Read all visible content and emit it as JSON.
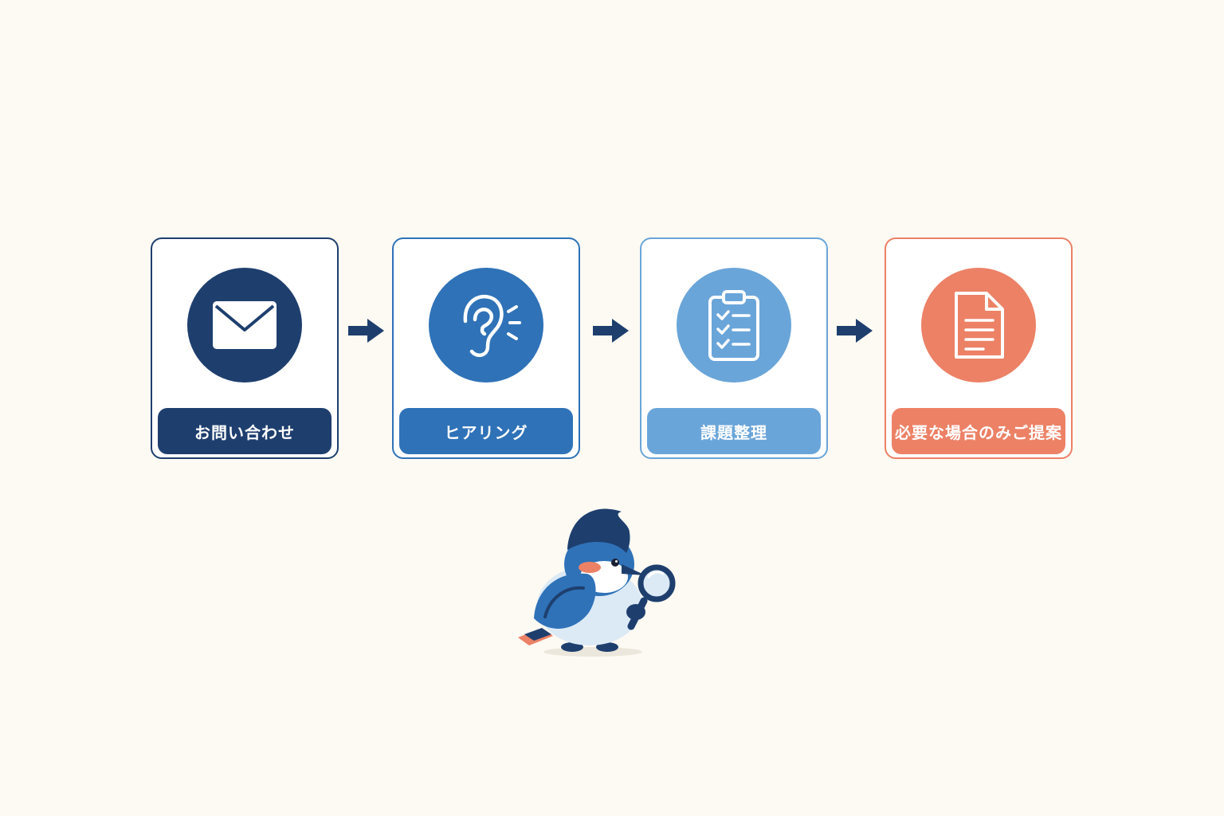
{
  "colors": {
    "background": "#fdfaf3",
    "step1": "#1e3f6e",
    "step2": "#2f72b8",
    "step3": "#6aa5d9",
    "step4": "#ec8166",
    "arrow": "#1e3f6e"
  },
  "steps": [
    {
      "label": "お問い合わせ",
      "icon": "envelope-icon"
    },
    {
      "label": "ヒアリング",
      "icon": "ear-icon"
    },
    {
      "label": "課題整理",
      "icon": "clipboard-checklist-icon"
    },
    {
      "label": "必要な場合のみご提案",
      "icon": "document-icon"
    }
  ],
  "mascot": {
    "icon": "kingfisher-with-magnifier-icon"
  }
}
